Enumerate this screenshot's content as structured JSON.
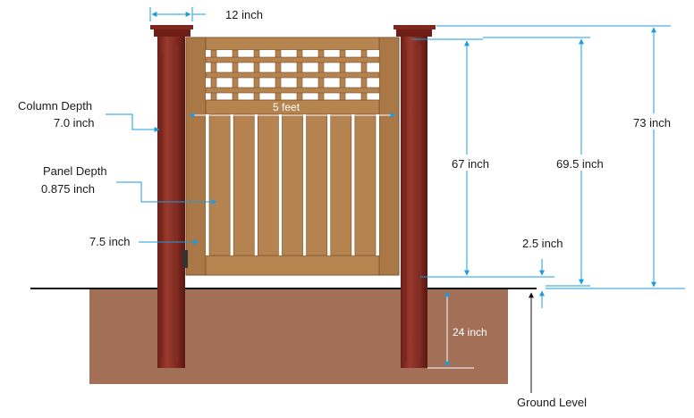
{
  "labels": {
    "column_width": "12 inch",
    "column_depth_title": "Column Depth",
    "column_depth_value": "7.0 inch",
    "panel_depth_title": "Panel Depth",
    "panel_depth_value": "0.875 inch",
    "rail_inset": "7.5 inch",
    "gate_width": "5 feet",
    "panel_height": "67 inch",
    "frame_height": "69.5 inch",
    "column_height": "73 inch",
    "ground_gap": "2.5 inch",
    "burial_depth": "24 inch",
    "ground_level": "Ground Level"
  },
  "colors": {
    "post": "#8a2a22",
    "post_cap": "#6e1d17",
    "wood": "#b4834f",
    "wood_dark": "#8a5f33",
    "soil": "#a06d55",
    "dimension_line": "#1b9be0"
  }
}
